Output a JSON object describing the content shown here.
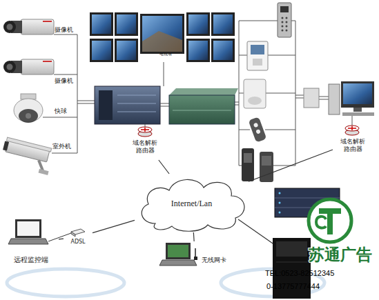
{
  "diagram": {
    "nodes": [
      {
        "text": [
          "摄像机"
        ]
      },
      {
        "text": [
          "摄像机"
        ]
      },
      {
        "text": [
          "快球"
        ]
      },
      {
        "text": [
          "室外机"
        ]
      },
      {
        "text": [
          "电视墙"
        ]
      },
      {
        "text": [
          "域名解析路由器"
        ]
      },
      {
        "text": [
          "Internet/Lan"
        ]
      },
      {
        "text": [
          "域名解析路由器"
        ]
      },
      {
        "text": [
          "远程监控端"
        ]
      },
      {
        "text": [
          "ADSL"
        ]
      },
      {
        "text": [
          "无线网卡"
        ]
      }
    ],
    "edges": [
      {
        "from": 5,
        "to": 6,
        "arrow": "none"
      },
      {
        "from": 6,
        "to": 7,
        "arrow": "none"
      },
      {
        "from": 6,
        "to": 9,
        "arrow": "none"
      },
      {
        "from": 9,
        "to": 8,
        "arrow": "none"
      },
      {
        "from": 6,
        "to": 10,
        "arrow": "none"
      }
    ],
    "labels": [
      "苏通广告",
      "TEL:0523-82512345",
      "0-13775777444"
    ]
  }
}
